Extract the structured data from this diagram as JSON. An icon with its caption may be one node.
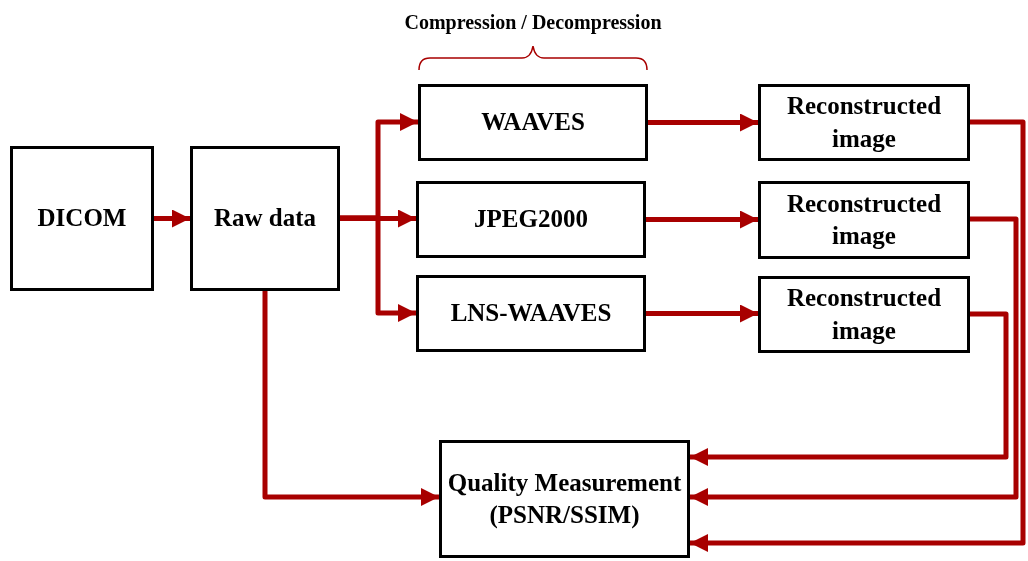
{
  "diagram": {
    "nodes": [
      {
        "text": [
          "DICOM"
        ]
      },
      {
        "text": [
          "Raw data"
        ]
      },
      {
        "text": [
          "WAAVES"
        ]
      },
      {
        "text": [
          "JPEG2000"
        ]
      },
      {
        "text": [
          "LNS-WAAVES"
        ]
      },
      {
        "text": [
          "Reconstructed image"
        ]
      },
      {
        "text": [
          "Reconstructed image"
        ]
      },
      {
        "text": [
          "Reconstructed image"
        ]
      },
      {
        "text": [
          "Quality Measurement (PSNR/SSIM)"
        ]
      }
    ],
    "edges": [
      {
        "from": 0,
        "to": 1,
        "arrow": "to"
      },
      {
        "from": 1,
        "to": 2,
        "arrow": "to"
      },
      {
        "from": 1,
        "to": 3,
        "arrow": "to"
      },
      {
        "from": 1,
        "to": 4,
        "arrow": "to"
      },
      {
        "from": 2,
        "to": 5,
        "arrow": "to"
      },
      {
        "from": 3,
        "to": 6,
        "arrow": "to"
      },
      {
        "from": 4,
        "to": 7,
        "arrow": "to"
      },
      {
        "from": 1,
        "to": 8,
        "arrow": "to"
      },
      {
        "from": 7,
        "to": 8,
        "arrow": "to"
      },
      {
        "from": 6,
        "to": 8,
        "arrow": "to"
      },
      {
        "from": 5,
        "to": 8,
        "arrow": "to"
      }
    ],
    "labels": [
      "Compression / Decompression"
    ]
  }
}
